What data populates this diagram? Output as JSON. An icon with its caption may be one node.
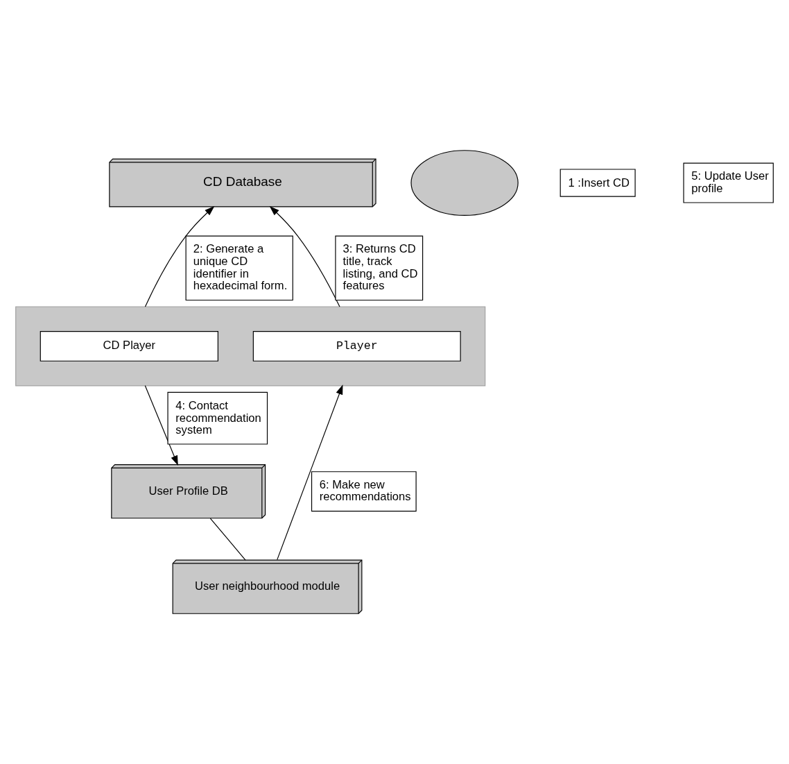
{
  "diagram": {
    "nodes": [
      {
        "text": [
          "CD Database"
        ]
      },
      {
        "text": [],
        "shape": "box"
      },
      {
        "text": [
          "CD Player"
        ],
        "in": 1
      },
      {
        "text": [
          "Player"
        ],
        "in": 1
      },
      {
        "text": [],
        "shape": "circle"
      },
      {
        "text": [
          "User Profile DB"
        ]
      },
      {
        "text": [
          "User neighbourhood module"
        ]
      }
    ],
    "edges": [
      {
        "from": 1,
        "to": 0,
        "arrow": "to",
        "label": "2: Generate a unique CD identifier in hexadecimal form."
      },
      {
        "from": 1,
        "to": 0,
        "arrow": "to",
        "label": "3: Returns CD title, track listing, and CD features"
      },
      {
        "from": 1,
        "to": 5,
        "arrow": "to",
        "label": "4: Contact recommendation system"
      },
      {
        "from": 6,
        "to": 1,
        "arrow": "to",
        "label": "6: Make new recommendations"
      },
      {
        "from": 5,
        "to": 6,
        "arrow": "none"
      }
    ],
    "labels": [
      "1 :Insert CD",
      "5: Update User profile"
    ]
  }
}
